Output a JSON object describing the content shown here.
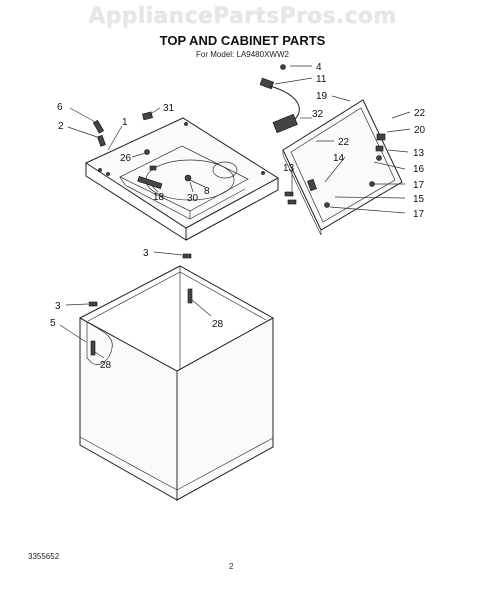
{
  "watermark": "AppliancePartsPros.com",
  "title": "TOP AND CABINET PARTS",
  "subtitle": "For Model: LA9480XWW2",
  "footer": {
    "part_code": "3355652",
    "page_number": "2"
  },
  "callouts": {
    "c4": "4",
    "c11": "11",
    "c19": "19",
    "c22a": "22",
    "c20": "20",
    "c32": "32",
    "c22b": "22",
    "c13a": "13",
    "c14": "14",
    "c13b": "13",
    "c16": "16",
    "c17a": "17",
    "c15": "15",
    "c17b": "17",
    "c6": "6",
    "c31": "31",
    "c2": "2",
    "c1": "1",
    "c26": "26",
    "c8": "8",
    "c18": "18",
    "c30": "30",
    "c3a": "3",
    "c28a": "28",
    "c3b": "3",
    "c5": "5",
    "c28b": "28"
  }
}
